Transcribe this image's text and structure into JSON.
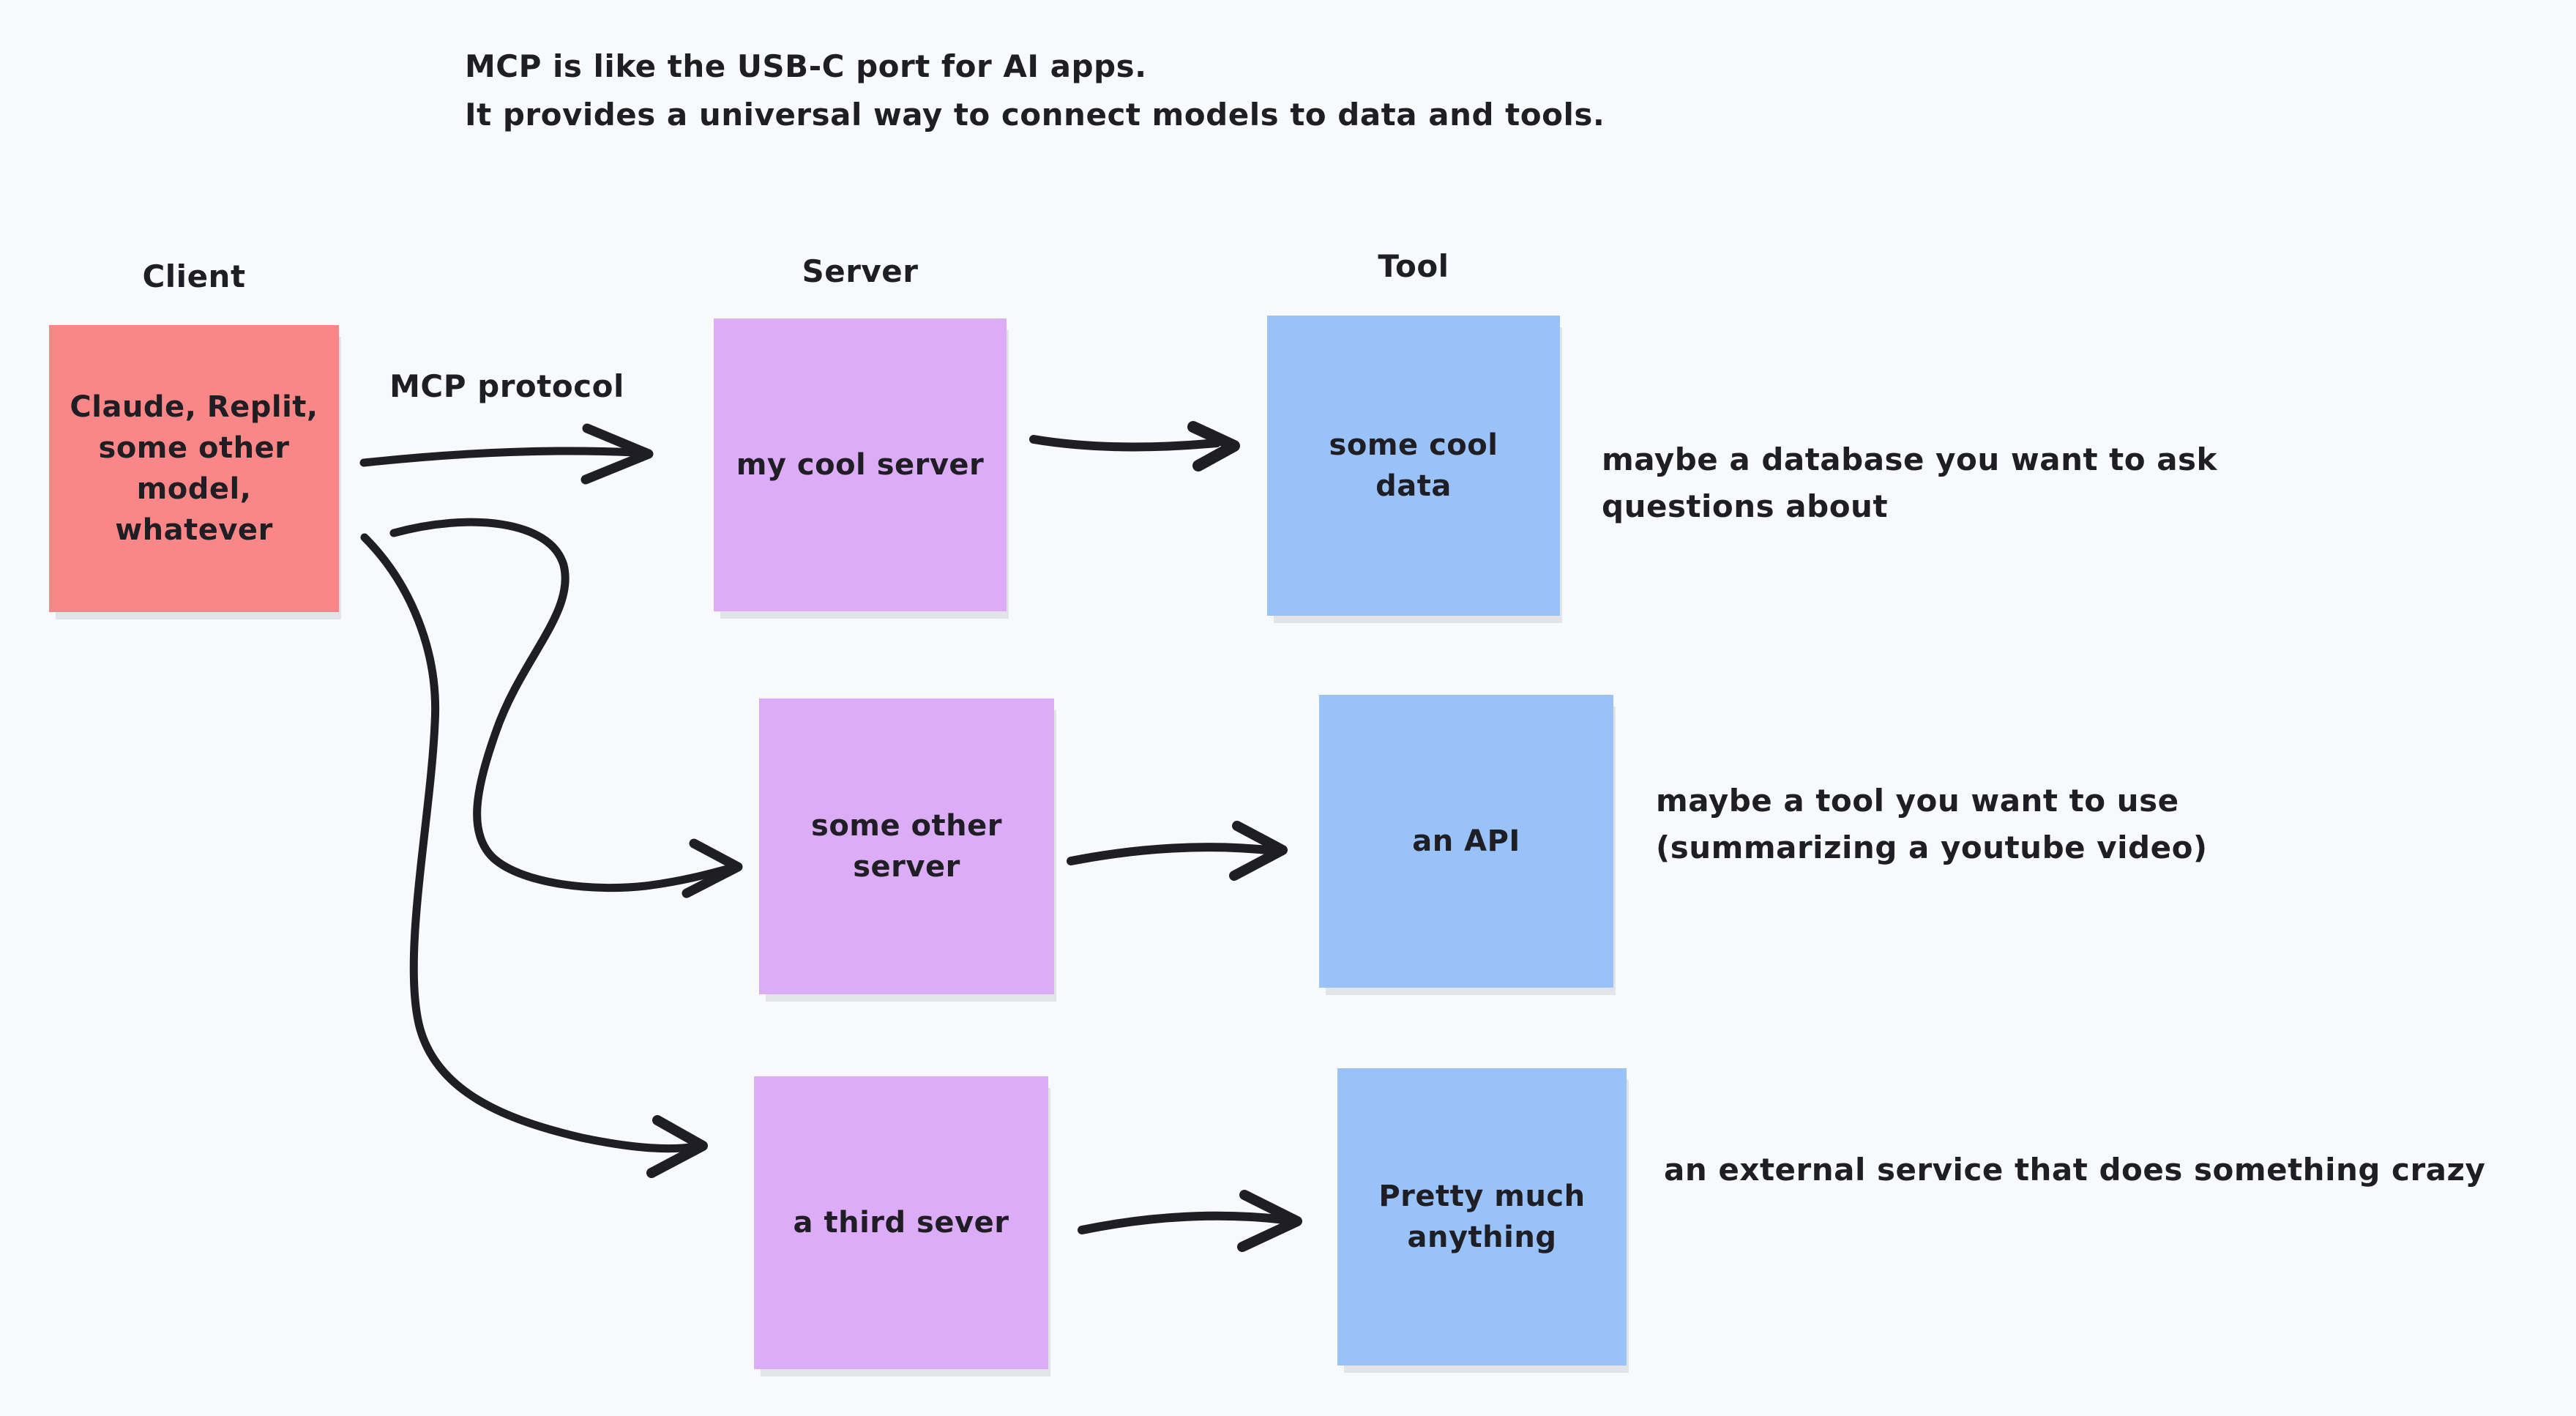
{
  "title": {
    "line1": "MCP is like the USB-C port for AI apps.",
    "line2": "It provides a universal way to connect models to data and tools."
  },
  "headers": {
    "client": "Client",
    "server": "Server",
    "tool": "Tool"
  },
  "client_box": {
    "label": "Claude, Replit,\nsome other\nmodel,\nwhatever"
  },
  "protocol_label": "MCP protocol",
  "servers": [
    {
      "label": "my cool server"
    },
    {
      "label": "some other\nserver"
    },
    {
      "label": "a third sever"
    }
  ],
  "tools": [
    {
      "label": "some cool\ndata"
    },
    {
      "label": "an API"
    },
    {
      "label": "Pretty much\nanything"
    }
  ],
  "notes": [
    {
      "text": "maybe a database you want to ask\nquestions about"
    },
    {
      "text": "maybe a tool you want to use\n(summarizing a youtube video)"
    },
    {
      "text": "an external service that does something crazy"
    }
  ],
  "colors": {
    "background": "#F8F9FB",
    "ink": "#1E1E24",
    "client": "#FA8787",
    "server": "#DCACF6",
    "tool": "#99C2F8",
    "shadow": "#E3E4E8"
  }
}
